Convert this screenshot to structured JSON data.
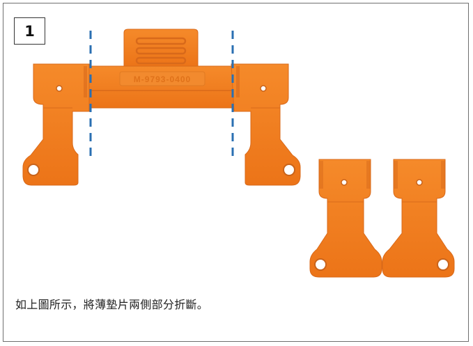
{
  "step": {
    "number": "1"
  },
  "caption": {
    "text": "如上圖所示，將薄墊片兩側部分折斷。"
  },
  "embossed_text": "M-9793-0400",
  "colors": {
    "part": "#f07f1f",
    "part_shade": "#d8691a",
    "part_highlight": "#f79a48",
    "cut_line": "#2a6fb2",
    "border": "#6f6f6f"
  },
  "icons": {
    "shim_full": "orange-shim-full",
    "shim_pieces": "orange-shim-broken-pieces",
    "cut_lines": "blue-dashed-cut-lines"
  }
}
